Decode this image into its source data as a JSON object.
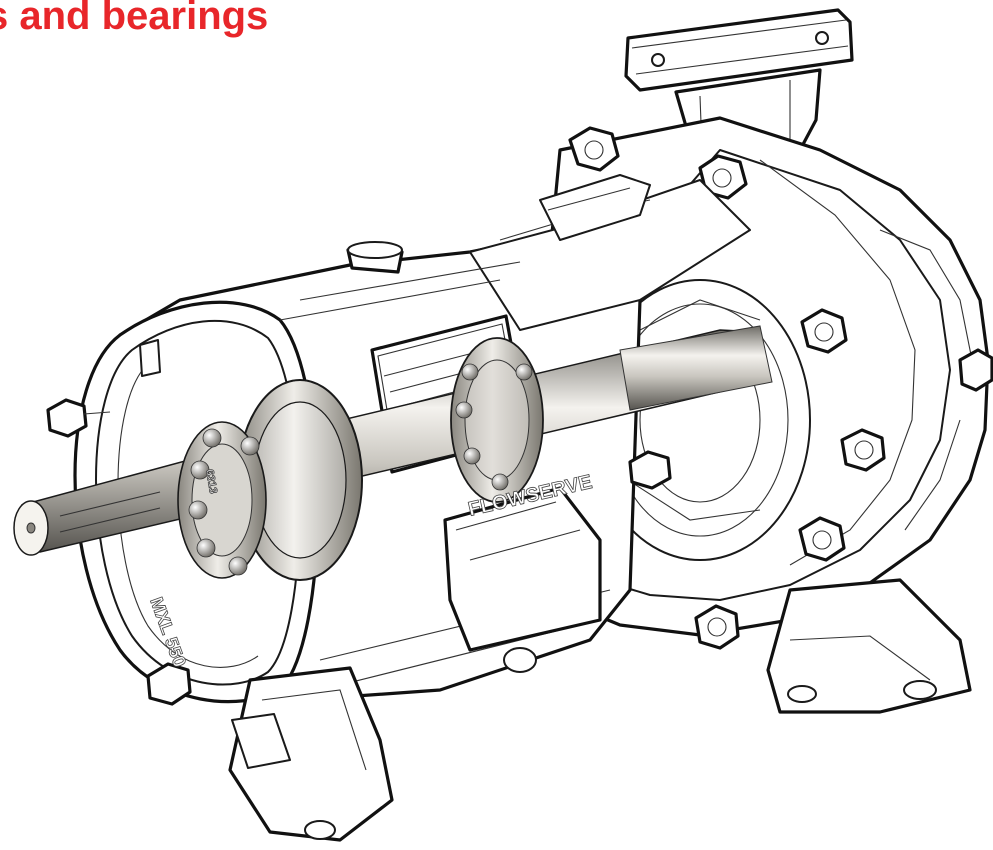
{
  "page": {
    "heading": "s and bearings",
    "heading_color": "#e8262a"
  },
  "illustration": {
    "subject": "centrifugal pump cutaway with shaft and bearings",
    "line_color": "#1a1a1a",
    "background": "#ffffff",
    "shaft_colors": [
      "#6e6c66",
      "#c9c6bf",
      "#f4f2ee"
    ],
    "markings": {
      "brand_logo": "FLOWSERVE",
      "frame_cast": "MXL 550",
      "bearing_mark": "6313"
    }
  }
}
